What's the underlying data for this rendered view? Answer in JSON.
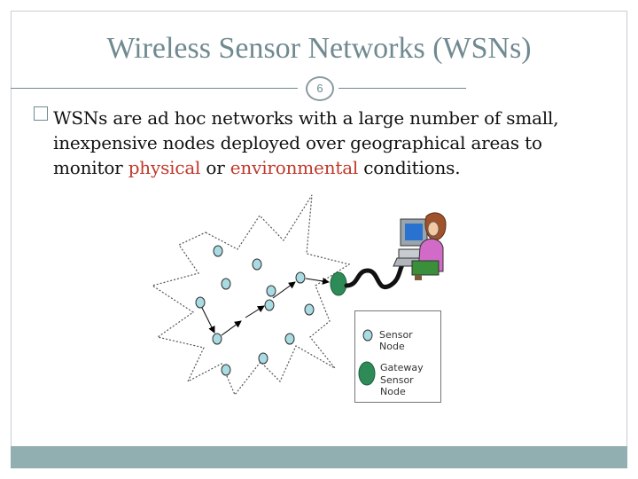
{
  "slide": {
    "title": "Wireless Sensor Networks (WSNs)",
    "number": "6",
    "bullet": {
      "part1": "WSNs are ad hoc networks with a large number of small, inexpensive nodes deployed over geographical areas to monitor ",
      "highlight1": "physical",
      "part2": " or ",
      "highlight2": "environmental",
      "part3": " conditions."
    }
  },
  "diagram": {
    "legend": {
      "sensor_node": "Sensor Node",
      "gateway_line1": "Gateway",
      "gateway_line2": "Sensor Node"
    }
  },
  "colors": {
    "accent": "#6f8a90",
    "highlight": "#c0392b",
    "sensor_fill": "#a9dbe3",
    "gateway_fill": "#2e8b57",
    "footer": "#91aeb1"
  }
}
